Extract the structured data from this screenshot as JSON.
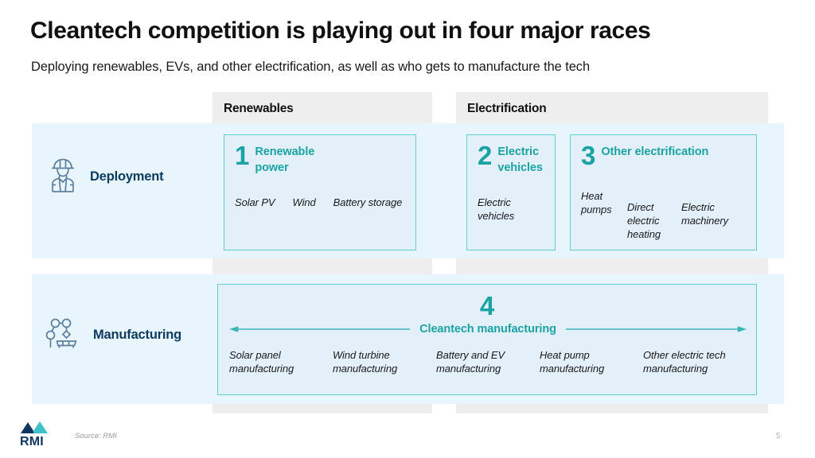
{
  "slide": {
    "title": "Cleantech competition is playing out in four major races",
    "subtitle": "Deploying renewables, EVs, and other electrification, as well as who gets to manufacture the tech",
    "page_number": "5"
  },
  "colors": {
    "teal_text": "#1ba3a3",
    "teal_border": "#5ecfd4",
    "navy_label": "#0d3c61",
    "band_blue": "#e9f5fd",
    "column_grey": "#efeeee",
    "card_fill": "#deeef8"
  },
  "columns": [
    {
      "label": "Renewables"
    },
    {
      "label": "Electrification"
    }
  ],
  "rows": [
    {
      "label": "Deployment",
      "icon": "worker-hardhat-icon"
    },
    {
      "label": "Manufacturing",
      "icon": "robot-arm-icon"
    }
  ],
  "cards": [
    {
      "number": "1",
      "title": "Renewable power",
      "items": [
        "Solar PV",
        "Wind",
        "Battery storage"
      ]
    },
    {
      "number": "2",
      "title": "Electric vehicles",
      "items": [
        "Electric vehicles"
      ]
    },
    {
      "number": "3",
      "title": "Other electrification",
      "items": [
        "Heat pumps",
        "Direct electric heating",
        "Electric machinery"
      ]
    },
    {
      "number": "4",
      "title": "Cleantech manufacturing",
      "items": [
        "Solar panel manufacturing",
        "Wind turbine manufacturing",
        "Battery and EV manufacturing",
        "Heat pump manufacturing",
        "Other electric tech manufacturing"
      ]
    }
  ],
  "footer": {
    "logo_text": "RMI",
    "source": "Source: RMI"
  }
}
